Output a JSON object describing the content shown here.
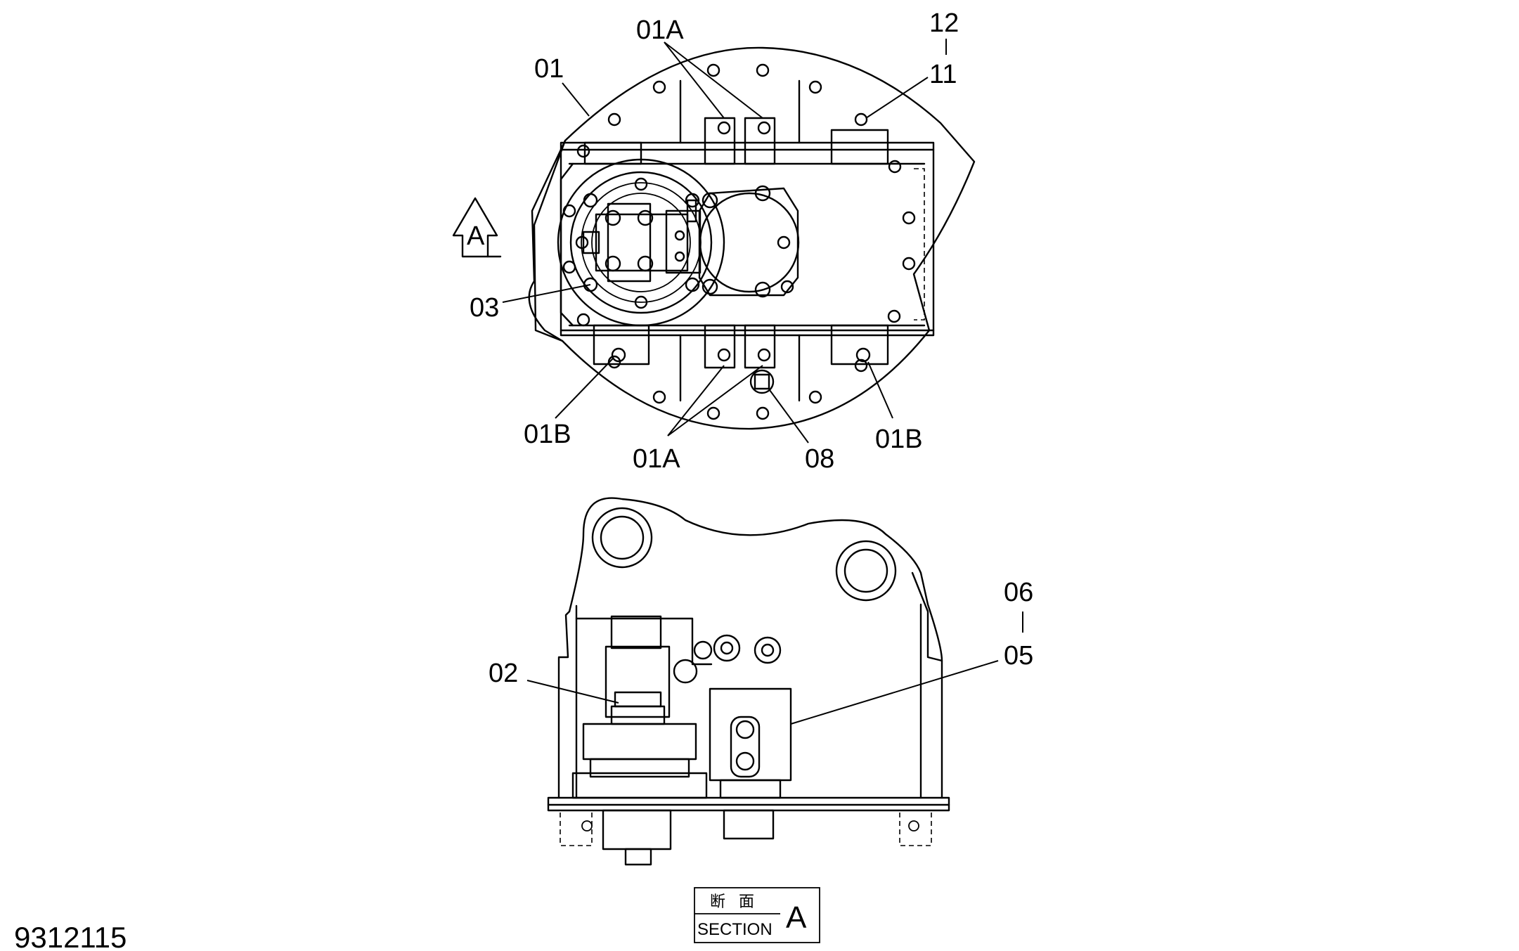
{
  "labels": {
    "p12": "12",
    "p11": "11",
    "p01": "01",
    "p01a_top": "01A",
    "p03": "03",
    "p01b_left": "01B",
    "p01a_bottom": "01A",
    "p08": "08",
    "p01b_right": "01B",
    "p06": "06",
    "p05": "05",
    "p02": "02"
  },
  "view_marker": {
    "letter": "A"
  },
  "section_box": {
    "kanji": "断 面",
    "word": "SECTION",
    "letter": "A"
  },
  "document_number": "9312115"
}
